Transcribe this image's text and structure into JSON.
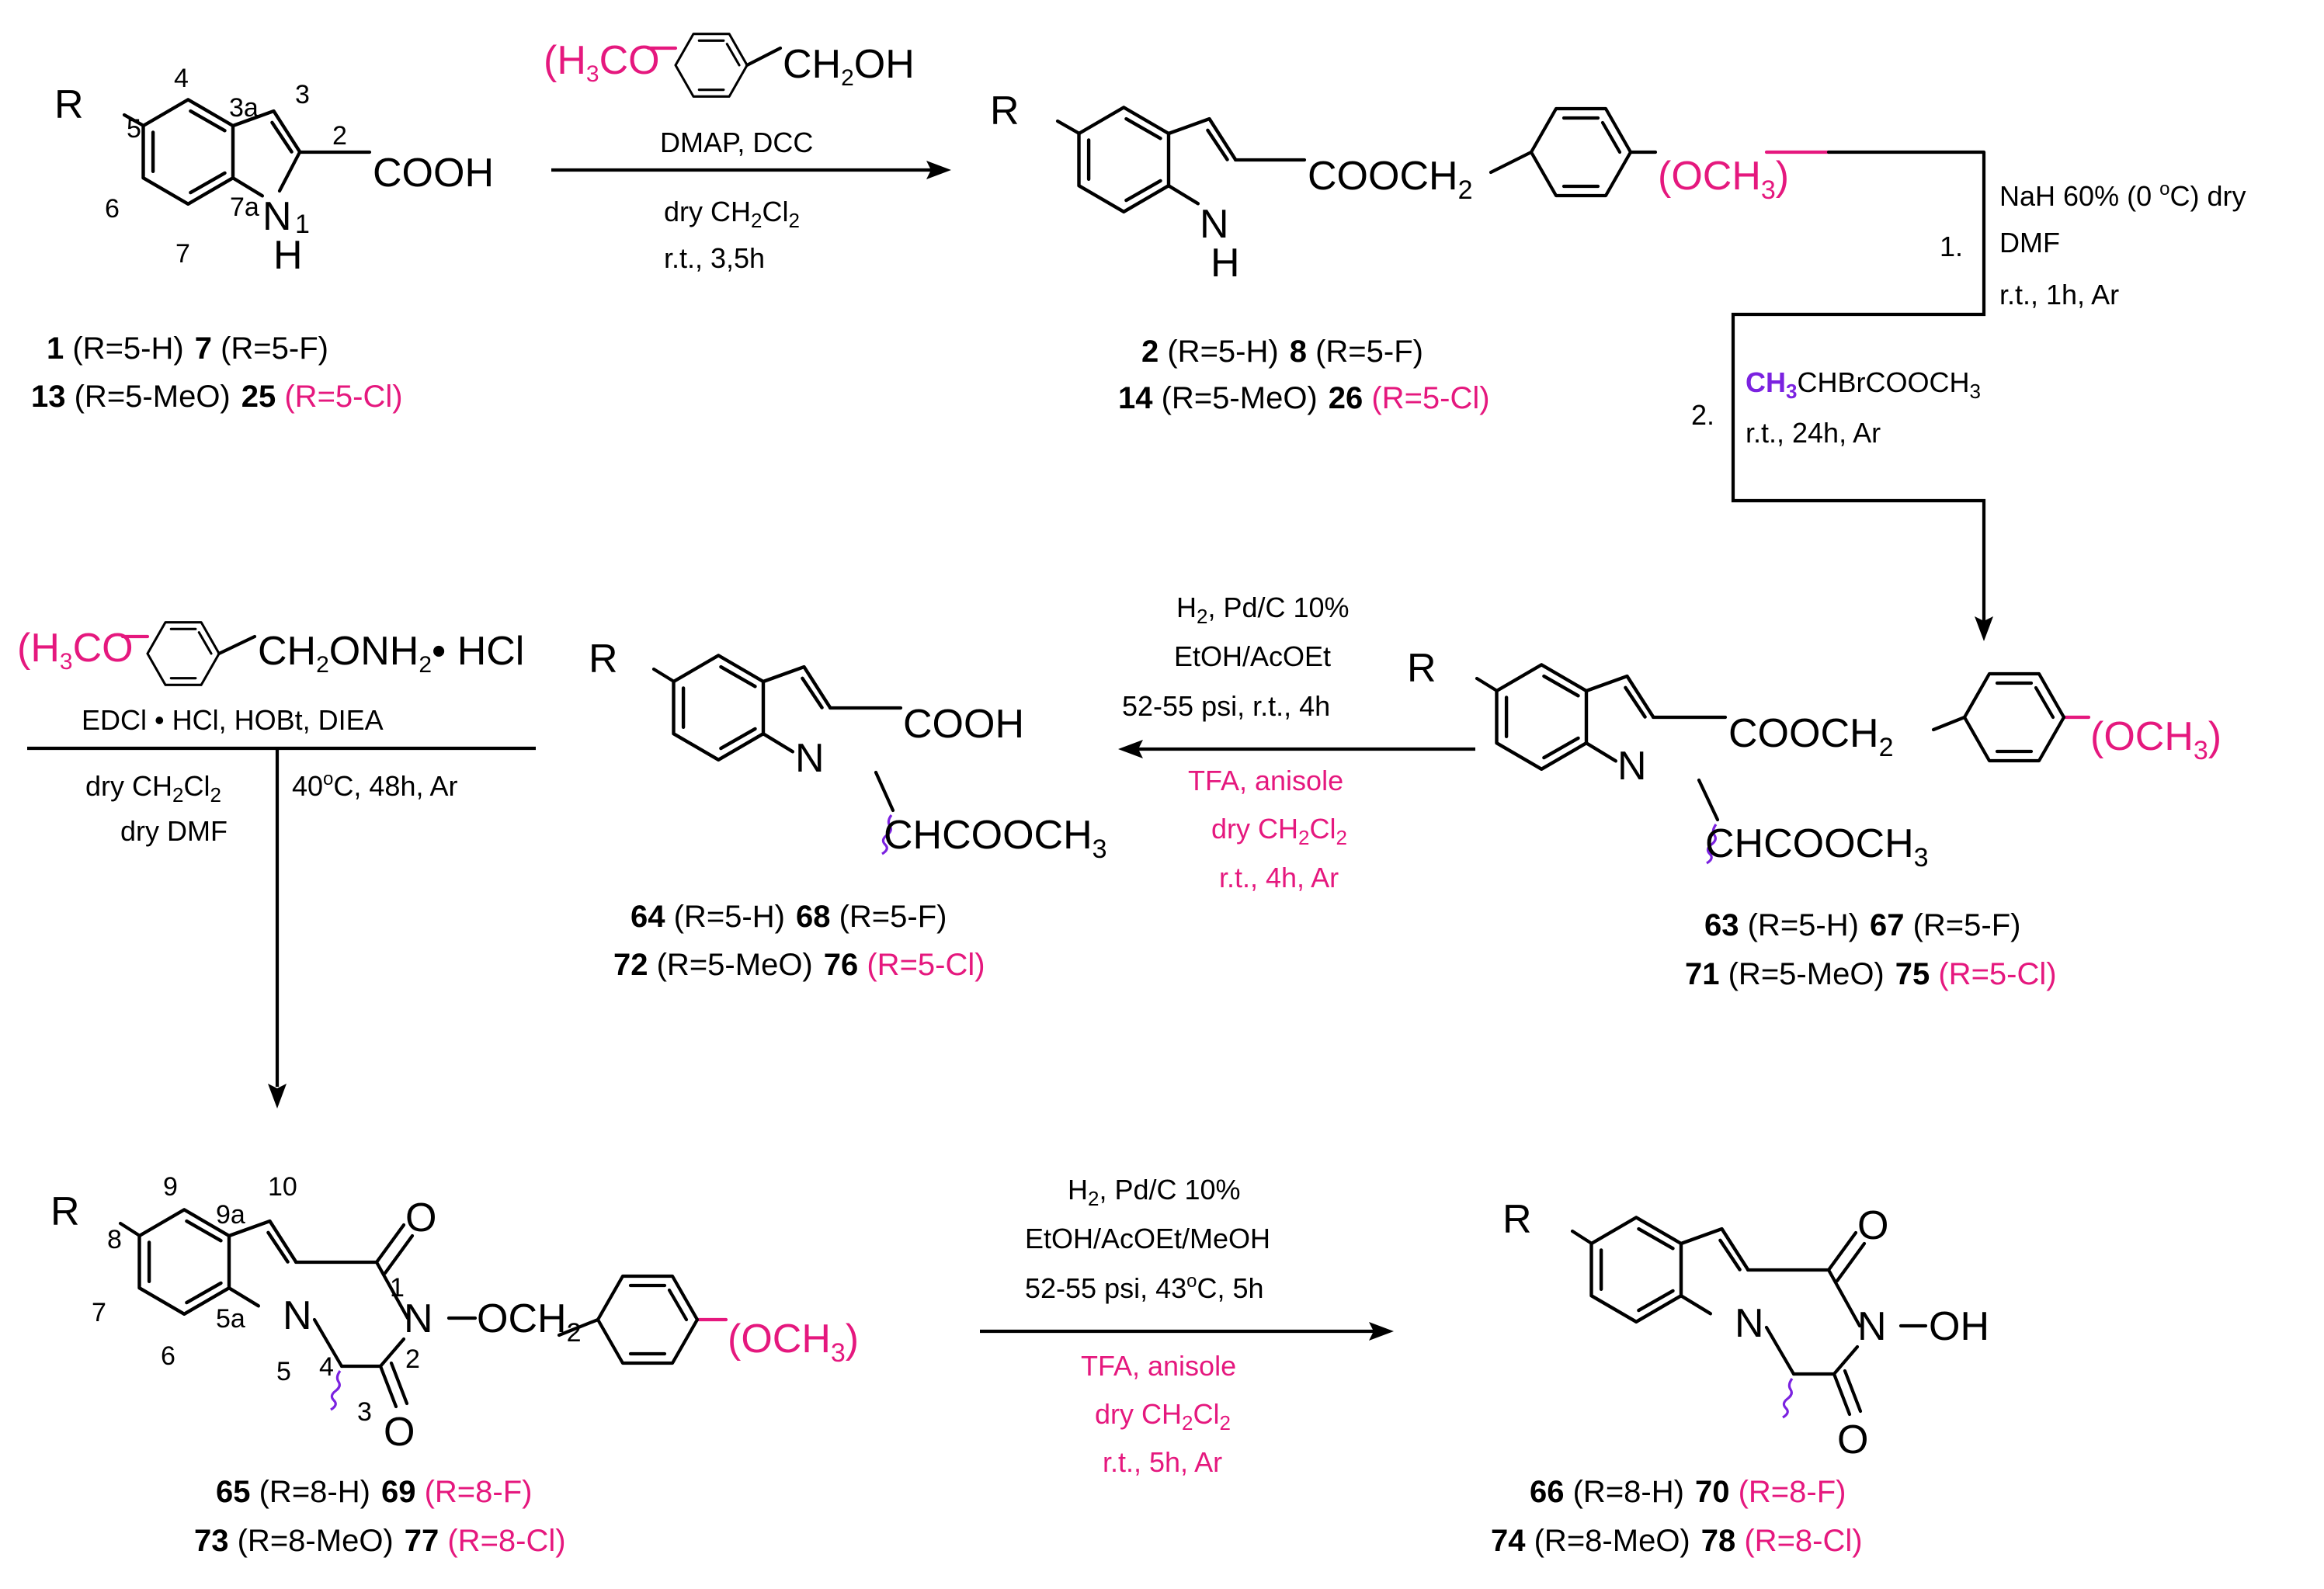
{
  "colors": {
    "highlight": "#E5187E",
    "stereo": "#7B22E0",
    "ink": "#000000"
  },
  "compounds": {
    "c1": {
      "ids": [
        "1",
        "7",
        "13",
        "25"
      ],
      "labels": [
        " (R=5-H)",
        " (R=5-F)",
        " (R=5-MeO)",
        " (R=5-Cl)"
      ]
    },
    "c2": {
      "ids": [
        "2",
        "8",
        "14",
        "26"
      ],
      "labels": [
        " (R=5-H)",
        " (R=5-F)",
        " (R=5-MeO)",
        " (R=5-Cl)"
      ]
    },
    "c63": {
      "ids": [
        "63",
        "67",
        "71",
        "75"
      ],
      "labels": [
        " (R=5-H)",
        " (R=5-F)",
        " (R=5-MeO)",
        " (R=5-Cl)"
      ]
    },
    "c64": {
      "ids": [
        "64",
        "68",
        "72",
        "76"
      ],
      "labels": [
        " (R=5-H)",
        " (R=5-F)",
        " (R=5-MeO)",
        " (R=5-Cl)"
      ]
    },
    "c65": {
      "ids": [
        "65",
        "69",
        "73",
        "77"
      ],
      "labels": [
        " (R=8-H)",
        " (R=8-F)",
        " (R=8-MeO)",
        " (R=8-Cl)"
      ]
    },
    "c66": {
      "ids": [
        "66",
        "70",
        "74",
        "78"
      ],
      "labels": [
        " (R=8-H)",
        " (R=8-F)",
        " (R=8-MeO)",
        " (R=8-Cl)"
      ]
    }
  },
  "atoms": {
    "R": "R",
    "N": "N",
    "H": "H",
    "O": "O",
    "OH": "OH",
    "COOH": "COOH",
    "COOCH2": "COOCH",
    "OCH2": "OCH",
    "CH2OH": "CH",
    "CH2ONH2": "CH",
    "CHCOOCH3": "CHCOOCH",
    "OCH3": "OCH",
    "H3CO": "H",
    "sub2": "2",
    "sub3": "3",
    "OH_tail": "OH",
    "ONH2_tail": "ONH"
  },
  "numbering": {
    "indole": [
      "5",
      "4",
      "3a",
      "3",
      "2",
      "1",
      "7a",
      "7",
      "6"
    ],
    "pyrazino": [
      "8",
      "9",
      "9a",
      "10",
      "1",
      "2",
      "3",
      "4",
      "5",
      "5a",
      "6",
      "7"
    ]
  },
  "step1": {
    "reagent_top": "CH2OH",
    "line1": "DMAP,  DCC",
    "line2": "dry CH2Cl2",
    "line3": "r.t., 3,5h"
  },
  "step2": {
    "num1": "1.",
    "line1": "NaH 60% (0 °C) dry",
    "line2": "DMF",
    "line3": "r.t.,  1h, Ar",
    "num2": "2.",
    "line4_colored": "CH3",
    "line4_rest": "CHBrCOOCH3",
    "line5": "r.t., 24h, Ar"
  },
  "step3": {
    "line1": "H2, Pd/C 10%",
    "line2": "EtOH/AcOEt",
    "line3": "52-55 psi, r.t., 4h",
    "line4": "TFA, anisole",
    "line5": "dry CH2Cl2",
    "line6": "r.t., 4h, Ar"
  },
  "step4": {
    "reagent_top": "CH2ONH2",
    "hcl": "HCl",
    "line1": "EDCl • HCl, HOBt, DIEA",
    "line2a": "dry CH2Cl2",
    "line2b": "dry DMF",
    "line3": "40°C, 48h, Ar"
  },
  "step5": {
    "line1": "H2, Pd/C 10%",
    "line2": "EtOH/AcOEt/MeOH",
    "line3": "52-55 psi, 43°C, 5h",
    "line4": "TFA, anisole",
    "line5": "dry CH2Cl2",
    "line6": "r.t., 5h, Ar"
  }
}
